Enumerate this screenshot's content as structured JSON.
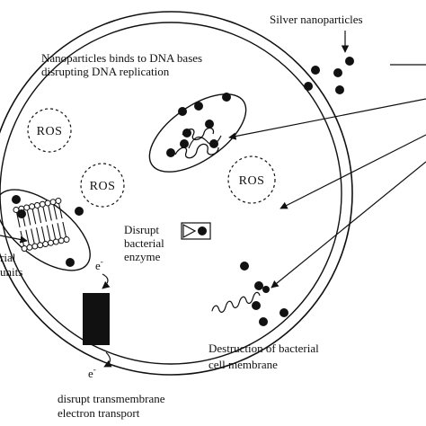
{
  "labels": {
    "silver_nanoparticles": "Silver nanoparticles",
    "dna_line1": "Nanoparticles binds to DNA bases",
    "dna_line2": "disrupting DNA replication",
    "ros1": "ROS",
    "ros2": "ROS",
    "ros3": "ROS",
    "enzyme_line1": "Disrupt",
    "enzyme_line2": "bacterial",
    "enzyme_line3": "enzyme",
    "ribosome_line1": "rial",
    "ribosome_line2": "units",
    "electron_top": "e",
    "electron_top_sup": "-",
    "electron_bottom": "e",
    "electron_bottom_sup": "-",
    "membrane_line1": "Destruction of bacterial",
    "membrane_line2": "cell membrane",
    "transport_line1": "disrupt transmembrane",
    "transport_line2": "electron transport"
  },
  "colors": {
    "ink": "#111111",
    "background": "#ffffff"
  }
}
